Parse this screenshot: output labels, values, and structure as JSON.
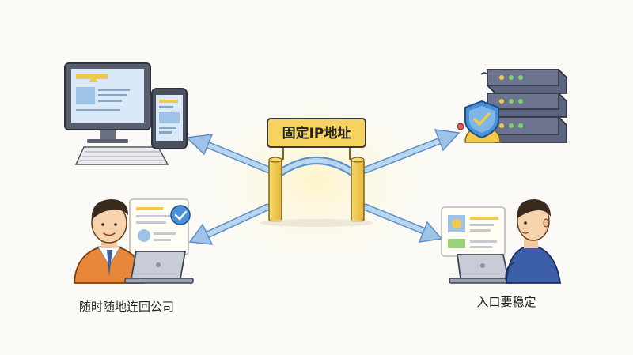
{
  "gate": {
    "label": "固定IP地址"
  },
  "captions": {
    "remote_worker": "随时随地连回公司",
    "stable_access": "入口要稳定"
  },
  "colors": {
    "arrow": "#9ec3e6",
    "arrow_stroke": "#5b8fc7",
    "gate_gold": "#f2c94c",
    "server_body": "#59607a",
    "shield": "#4a90d9",
    "jacket_orange": "#e8873a",
    "jacket_blue": "#3d5ea8"
  }
}
